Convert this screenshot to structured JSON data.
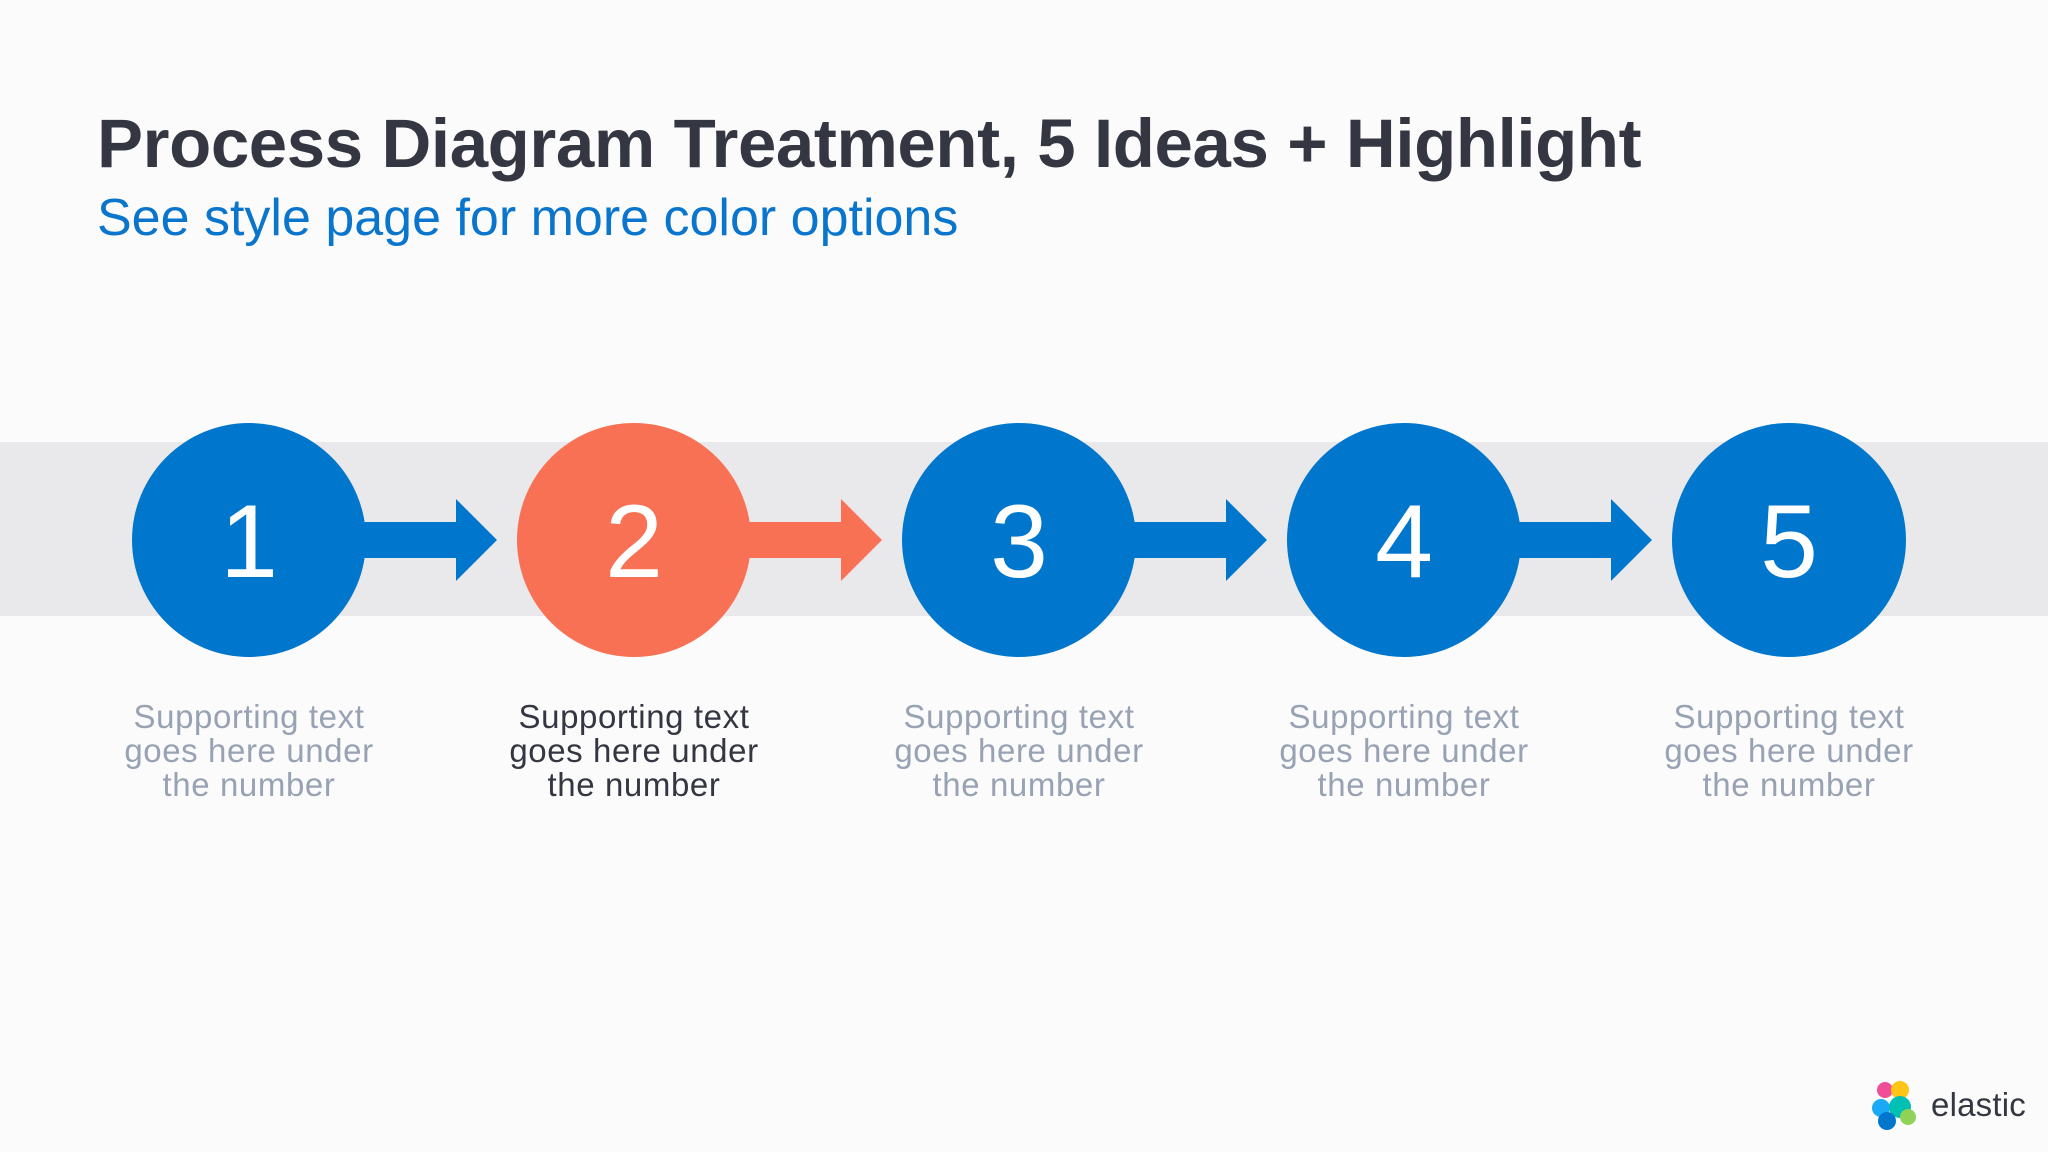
{
  "slide": {
    "title": "Process Diagram Treatment, 5 Ideas + Highlight",
    "subtitle": "See style page for more color options"
  },
  "colors": {
    "title": "#343741",
    "subtitle": "#0a75cc",
    "step_default": "#0077cc",
    "step_highlight": "#f87155",
    "band": "#e9e9eb",
    "muted_text": "#98a2b3",
    "highlight_text": "#343741"
  },
  "diagram": {
    "highlighted_step": 2,
    "steps": [
      {
        "number": "1",
        "text_lines": [
          "Supporting text",
          "goes here under",
          "the number"
        ]
      },
      {
        "number": "2",
        "text_lines": [
          "Supporting text",
          "goes here under",
          "the number"
        ]
      },
      {
        "number": "3",
        "text_lines": [
          "Supporting text",
          "goes here under",
          "the number"
        ]
      },
      {
        "number": "4",
        "text_lines": [
          "Supporting text",
          "goes here under",
          "the number"
        ]
      },
      {
        "number": "5",
        "text_lines": [
          "Supporting text",
          "goes here under",
          "the number"
        ]
      }
    ]
  },
  "brand": {
    "name": "elastic",
    "logo_icon": "elastic-logo-icon"
  }
}
